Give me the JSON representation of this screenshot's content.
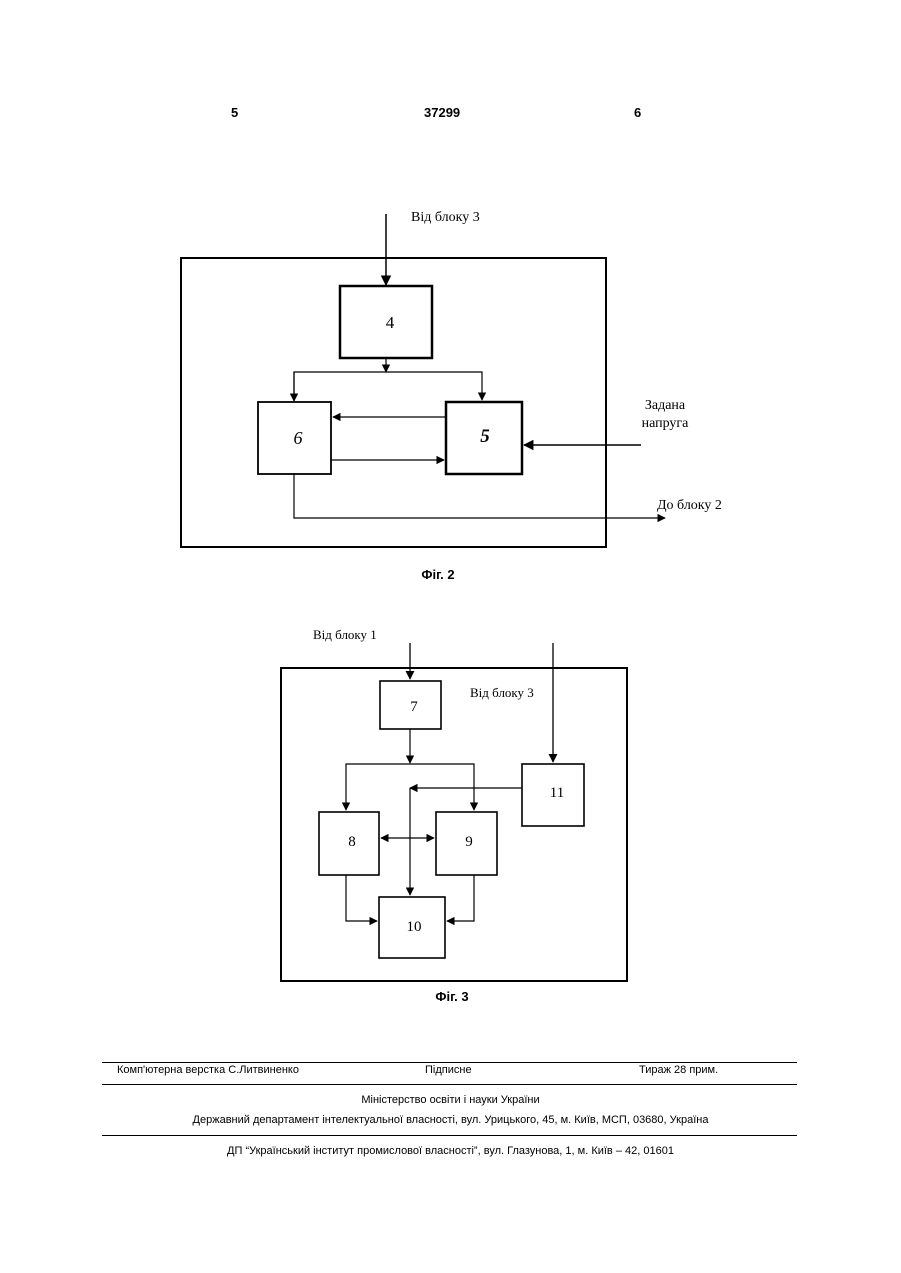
{
  "header": {
    "left_page": "5",
    "patent_number": "37299",
    "right_page": "6"
  },
  "fig2": {
    "caption": "Фіг. 2",
    "input_label": "Від блоку 3",
    "block_4": "4",
    "block_5": "5",
    "block_6": "6",
    "setpoint_label_line1": "Задана",
    "setpoint_label_line2": "напруга",
    "output_label": "До блоку 2"
  },
  "fig3": {
    "caption": "Фіг. 3",
    "input1_label": "Від блоку  1",
    "input3_label": "Від блоку 3",
    "block_7": "7",
    "block_8": "8",
    "block_9": "9",
    "block_10": "10",
    "block_11": "11"
  },
  "footer": {
    "typesetting": "Комп'ютерна верстка С.Литвиненко",
    "signed": "Підписне",
    "circulation": "Тираж 28 прим.",
    "ministry": "Міністерство освіти і науки України",
    "department": "Державний департамент інтелектуальної власності, вул. Урицького, 45, м. Київ, МСП, 03680, Україна",
    "institute": "ДП “Український інститут промислової власності”, вул. Глазунова, 1, м. Київ – 42, 01601"
  }
}
